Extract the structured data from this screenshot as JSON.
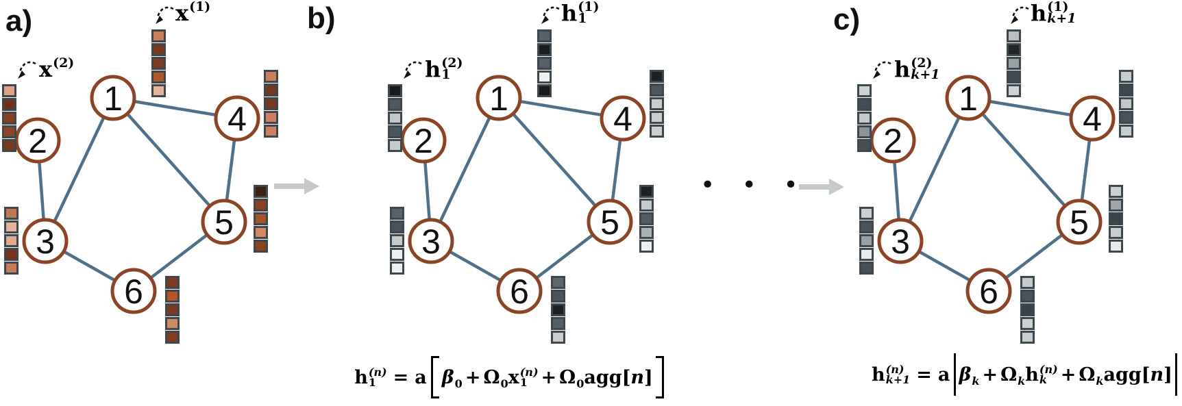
{
  "figure": {
    "node_labels": [
      "1",
      "2",
      "3",
      "4",
      "5",
      "6"
    ],
    "edges": [
      [
        1,
        3
      ],
      [
        1,
        4
      ],
      [
        1,
        5
      ],
      [
        2,
        3
      ],
      [
        3,
        6
      ],
      [
        4,
        5
      ],
      [
        5,
        6
      ]
    ],
    "ellipsis": "• • •",
    "colors": {
      "node_stroke": "#8a4426",
      "node_fill": "#ffffff",
      "edge": "#507089",
      "cell_border": "#3e474e",
      "transition_arrow": "#c4c9cc",
      "text": "#111111"
    },
    "panels": [
      {
        "letter": "a)",
        "feature_labels": [
          {
            "for_node": 1,
            "base": "x",
            "sup": "(1)",
            "sub": ""
          },
          {
            "for_node": 2,
            "base": "x",
            "sup": "(2)",
            "sub": ""
          }
        ],
        "vectors": [
          [
            "#c87e58",
            "#7a3820",
            "#7d3b22",
            "#b0572c",
            "#e5b29a"
          ],
          [
            "#dfa284",
            "#6f301b",
            "#873e22",
            "#8c4526",
            "#7b3920"
          ],
          [
            "#c07852",
            "#e2b39b",
            "#deab90",
            "#77331a",
            "#c67c55"
          ],
          [
            "#c97f5c",
            "#73381f",
            "#76391f",
            "#cc8260",
            "#cc8260"
          ],
          [
            "#3f2012",
            "#8a4122",
            "#a55427",
            "#d28a62",
            "#8a421f"
          ],
          [
            "#7c3b1e",
            "#b5542c",
            "#7a3a1f",
            "#cd8a64",
            "#833c1c"
          ]
        ]
      },
      {
        "letter": "b)",
        "feature_labels": [
          {
            "for_node": 1,
            "base": "h",
            "sup": "(1)",
            "sub": "1"
          },
          {
            "for_node": 2,
            "base": "h",
            "sup": "(2)",
            "sub": "1"
          }
        ],
        "vectors": [
          [
            "#5a6268",
            "#1a1e20",
            "#566065",
            "#eef0ef",
            "#17191a"
          ],
          [
            "#17191b",
            "#4e585e",
            "#c3c9c9",
            "#4b555b",
            "#c6cbcb"
          ],
          [
            "#59636a",
            "#47525a",
            "#c7ccca",
            "#edefef",
            "#eef0f0"
          ],
          [
            "#1d2123",
            "#4d575d",
            "#c9cecd",
            "#c9cecd",
            "#ccd1d0"
          ],
          [
            "#1d2123",
            "#c5cacb",
            "#525c62",
            "#aab1b3",
            "#eef0f0"
          ],
          [
            "#5d676c",
            "#4a545a",
            "#1d2123",
            "#555f65",
            "#c9cecd"
          ]
        ]
      },
      {
        "letter": "c)",
        "feature_labels": [
          {
            "for_node": 1,
            "base": "h",
            "sup": "(1)",
            "sub": "k+1"
          },
          {
            "for_node": 2,
            "base": "h",
            "sup": "(2)",
            "sub": "k+1"
          }
        ],
        "vectors": [
          [
            "#b9bfc1",
            "#212528",
            "#9aa1a4",
            "#3f494f",
            "#ced2d2"
          ],
          [
            "#ccd1d1",
            "#434d53",
            "#c3c8c9",
            "#8d9497",
            "#454f55"
          ],
          [
            "#ccd0d0",
            "#49535a",
            "#9aa1a4",
            "#e8eae9",
            "#454f55"
          ],
          [
            "#c8cdcd",
            "#3c464c",
            "#c3c8c9",
            "#49535a",
            "#c8cdcd"
          ],
          [
            "#ccd0d0",
            "#9fa6a8",
            "#39434a",
            "#c8cdcd",
            "#e8eae9"
          ],
          [
            "#c4c9c9",
            "#49535a",
            "#39434a",
            "#ccd1d0",
            "#c8cdcd"
          ]
        ]
      }
    ],
    "equations": {
      "b": [
        {
          "base": "h",
          "sub": "1",
          "sup": "(n)"
        },
        {
          "op": "="
        },
        {
          "base": "a"
        },
        {
          "bracket": "open"
        },
        {
          "base": "β",
          "italic": true,
          "sub": "0"
        },
        {
          "op": "+",
          "tight": true
        },
        {
          "base": "Ω",
          "sub": "0"
        },
        {
          "base": "x",
          "sub": "1",
          "sup": "(n)"
        },
        {
          "op": "+",
          "tight": true
        },
        {
          "base": "Ω",
          "sub": "0"
        },
        {
          "base": "agg"
        },
        {
          "base": "[",
          "thin": true
        },
        {
          "base": "n",
          "italic": true,
          "thin": true
        },
        {
          "base": "]",
          "thin": true
        },
        {
          "bracket": "close"
        }
      ],
      "c": [
        {
          "base": "h",
          "sub": "k+1",
          "sup": "(n)"
        },
        {
          "op": "="
        },
        {
          "base": "a"
        },
        {
          "bracket": "open"
        },
        {
          "base": "β",
          "italic": true,
          "sub": "k"
        },
        {
          "op": "+",
          "tight": true
        },
        {
          "base": "Ω",
          "sub": "k"
        },
        {
          "base": "h",
          "sub": "k",
          "sup": "(n)"
        },
        {
          "op": "+",
          "tight": true
        },
        {
          "base": "Ω",
          "sub": "k"
        },
        {
          "base": "agg"
        },
        {
          "base": "[",
          "thin": true
        },
        {
          "base": "n",
          "italic": true,
          "thin": true
        },
        {
          "base": "]",
          "thin": true
        },
        {
          "bracket": "close"
        }
      ]
    }
  }
}
